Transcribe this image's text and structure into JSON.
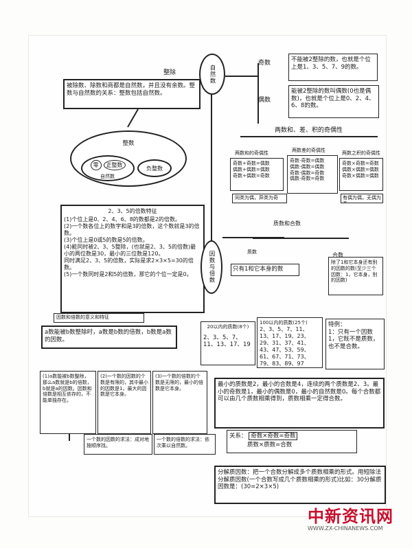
{
  "center_node": "自然数",
  "divisibility": {
    "tag": "整除",
    "desc": "被除数、除数和商都是自然数，并且没有余数。整数与自然数的关系：整数包括自然数。",
    "oval_title": "整数",
    "inner": [
      "零",
      "正整数"
    ],
    "inner_caption": "自然数",
    "negative": "负整数"
  },
  "odd": {
    "title": "奇数",
    "text": "不能被2整除的数，也就是个位上是1、3、5、7、9的数。"
  },
  "even": {
    "title": "偶数",
    "text": "能被2整除的数叫偶数(0也是偶数)，也就是个位上是0、2、4、6、8的数。"
  },
  "parity": {
    "title": "两数和、差、积的奇偶性",
    "sum_title": "两数和的奇偶性",
    "sum_rows": [
      "奇数+奇数=偶数",
      "偶数+偶数=偶数",
      "奇数+偶数=奇数"
    ],
    "sum_note": "同类为偶，异类为奇",
    "diff_title": "两数差的奇偶性",
    "diff_rows": [
      "奇数-奇数=偶数",
      "偶数-偶数=偶数",
      "奇数-偶数=奇数",
      "偶数-奇数=奇数"
    ],
    "prod_title": "两数之积的奇偶性",
    "prod_rows": [
      "奇数×奇数=奇数",
      "偶数×偶数=偶数",
      "奇数×偶数=偶数"
    ],
    "prod_note": "有偶为偶，无偶为奇"
  },
  "features": {
    "title": "2、3、5的倍数特征",
    "items": [
      "(1)个位上是0、2、4、6、8的数都是2的倍数。",
      "(2)一个数各位上的数字和是3的倍数，这个数就是3的倍数。",
      "(3)个位上是0或5的数是5的倍数。",
      "(4)能同时被2、3、5整除，(也就是2、3、5的倍数)最小的两位数是30，最小的三位数是120。",
      "同时满足2、3、5的倍数，实际是求2×3×5=30的倍数。",
      "(5)一个数同时是2和5的倍数，那它的个位一定是0。"
    ],
    "footer": "因数和倍数的意义和特征"
  },
  "factors_node": "因数与倍数",
  "prime_composite": {
    "title": "质数和合数",
    "prime_title": "质数",
    "prime_text": "只有1和它本身的数",
    "composite_title": "合数",
    "composite_text": "除了1和它本身还有别的因数的数(至少三个因数：1，它本身，别的因数)"
  },
  "definition": "a数能被b数整除时，a数是b数的倍数，b数是a数的因数。",
  "primes20": {
    "title": "20以内的质数(8个)",
    "list": "2、3、5、7、11、13、17、19"
  },
  "primes100": {
    "title": "100以内的质数(25个)",
    "list": "2、3、5、7、11、13、17、19、23、29、31、37、41、43、47、53、59、61、67、71、73、79、83、89、97"
  },
  "special": {
    "title": "特例：",
    "text": "1：只有一个因数1，它既不是质数，也不是合数。"
  },
  "cards": [
    "(1)a数能被b数整除，那么a数就是b的倍数，b就是a的因数。因数和倍数是相互依存的，不能单独存在。",
    "(2)一个数的因数的个数是有限的，其中最小的因数是1，最大的因数是它本身。",
    "(3)一个数的倍数的个数是无限的，最小的倍数是它本身。"
  ],
  "method1": "一个数的因数的求法：成对地按顺序找。",
  "method2": "一个数的倍数的求法：依次乘以自然数。",
  "facts": "最小的质数是2，最小的合数是4，连续的两个质数是2、3。最小的奇数是1，最小的偶数是0，最小的自然数是0。每个合数都可以由几个质数相乘得到，质数相乘一定得合数。",
  "relation": {
    "label": "关系：",
    "line1": "奇数×奇数=奇数",
    "line2": "质数×质数=合数"
  },
  "factorize": "分解质因数：把一个合数分解成多个质数相乘的形式。用短除法分解质因数(一个合数写成几个质数相乘的形式)比如：30分解质因数是：(30=2×3×5)",
  "watermark": {
    "main": "中新资讯网",
    "url": "WWW.ZX-CHINANEWS.COM"
  }
}
